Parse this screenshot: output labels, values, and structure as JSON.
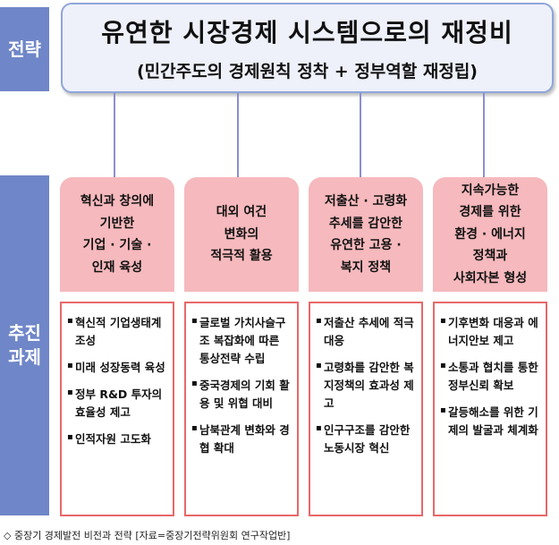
{
  "labels": {
    "strategy": "전략",
    "tasks": [
      "추진",
      "과제"
    ]
  },
  "vision": {
    "title": "유연한 시장경제 시스템으로의 재정비",
    "subtitle": "(민간주도의 경제원칙 정착 + 정부역할 재정립)"
  },
  "columns": [
    {
      "head": [
        "혁신과 창의에",
        "기반한",
        "기업 · 기술 ·",
        "인재 육성"
      ],
      "items": [
        "혁신적 기업생태계 조성",
        "미래 성장동력 육성",
        "정부 R&D 투자의 효율성 제고",
        "인적자원 고도화"
      ]
    },
    {
      "head": [
        "대외 여건",
        "변화의",
        "적극적 활용"
      ],
      "items": [
        "글로벌 가치사슬구조 복잡화에 따른 통상전략 수립",
        "중국경제의 기회 활용 및 위협 대비",
        "남북관계 변화와 경협 확대"
      ]
    },
    {
      "head": [
        "저출산 · 고령화",
        "추세를 감안한",
        "유연한 고용 ·",
        "복지 정책"
      ],
      "items": [
        "저출산 추세에 적극 대응",
        "고령화를 감안한 복지정책의 효과성 제고",
        "인구구조를 감안한 노동시장 혁신"
      ]
    },
    {
      "head": [
        "지속가능한",
        "경제를 위한",
        "환경 · 에너지",
        "정책과",
        "사회자본 형성"
      ],
      "items": [
        "기후변화 대응과 에너지안보 제고",
        "소통과 협치를 통한 정부신뢰 확보",
        "갈등해소를 위한 기제의 발굴과 체계화"
      ]
    }
  ],
  "caption": "◇ 중장기 경제발전 비전과 전략 [자료=중장기전략위원회 연구작업반]"
}
